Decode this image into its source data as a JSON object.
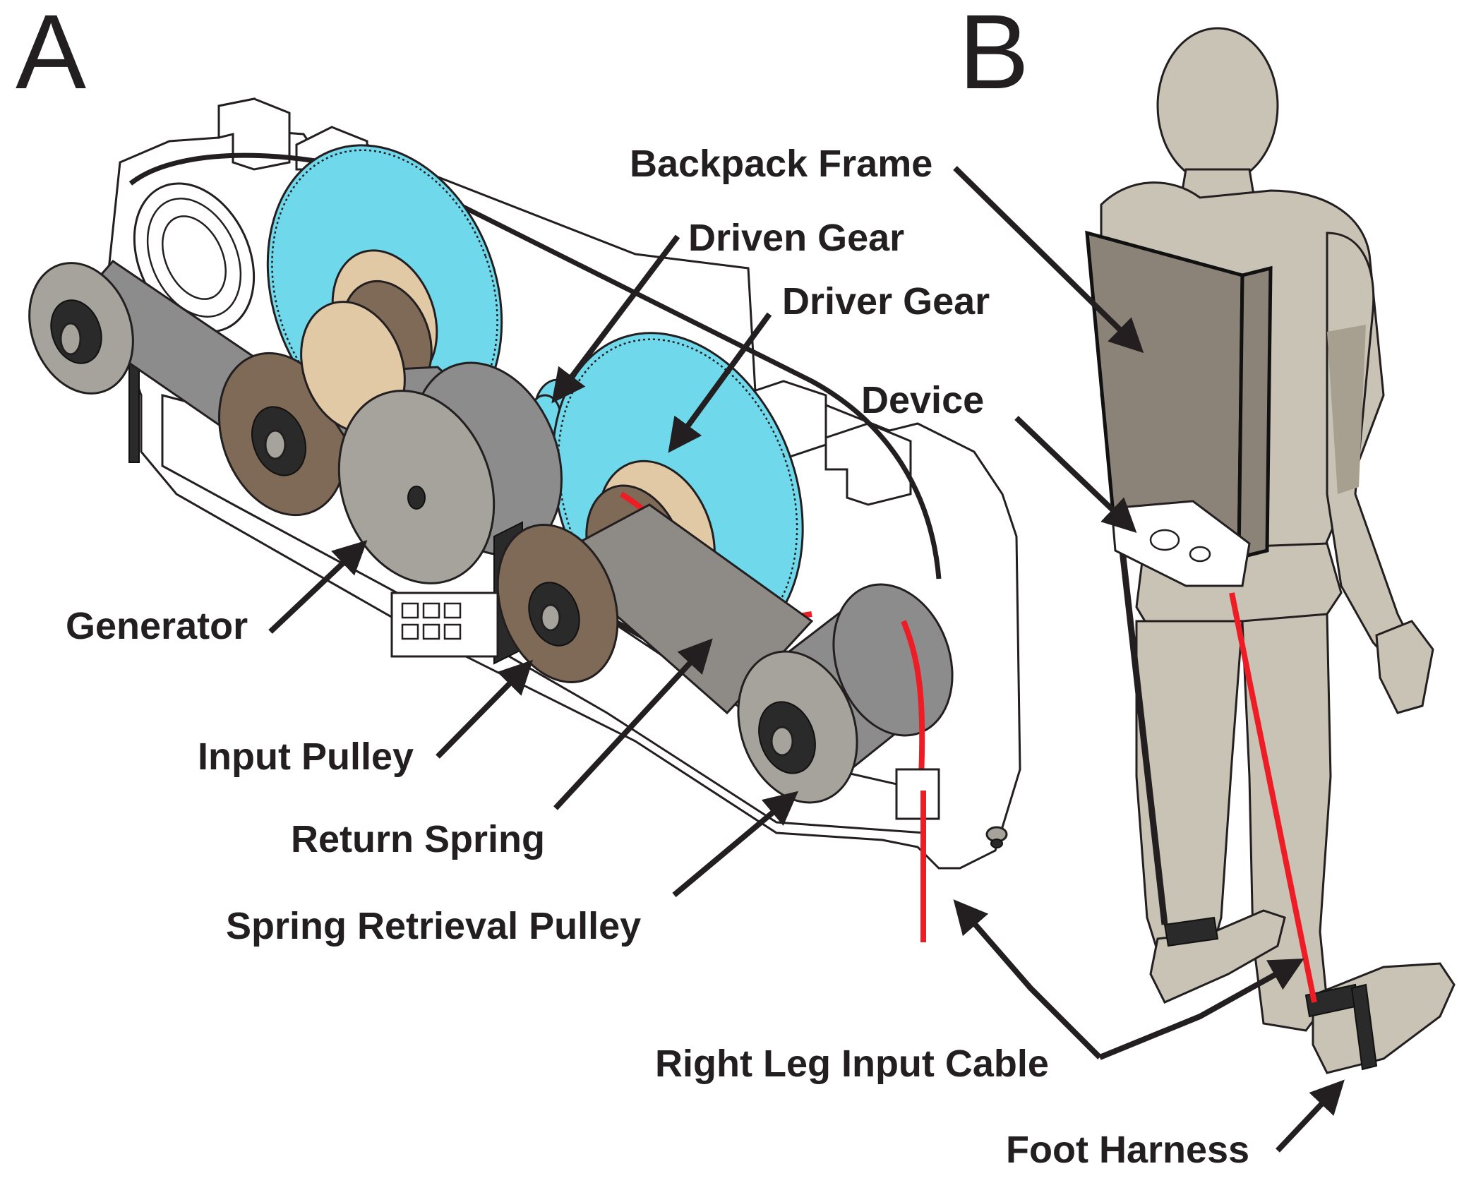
{
  "panels": {
    "a": "A",
    "b": "B"
  },
  "labels": {
    "backpack_frame": "Backpack Frame",
    "driven_gear": "Driven Gear",
    "driver_gear": "Driver Gear",
    "device": "Device",
    "generator": "Generator",
    "input_pulley": "Input Pulley",
    "return_spring": "Return Spring",
    "spring_retrieval_pulley": "Spring Retrieval Pulley",
    "right_leg_input_cable": "Right Leg Input Cable",
    "foot_harness": "Foot Harness"
  },
  "colors": {
    "ink": "#231f20",
    "gear": "#6fd8ea",
    "cable": "#ee1c25",
    "pulley_brown": "#7e6a56",
    "mannequin": "#c9c3b5",
    "backpack": "#8b8378"
  }
}
